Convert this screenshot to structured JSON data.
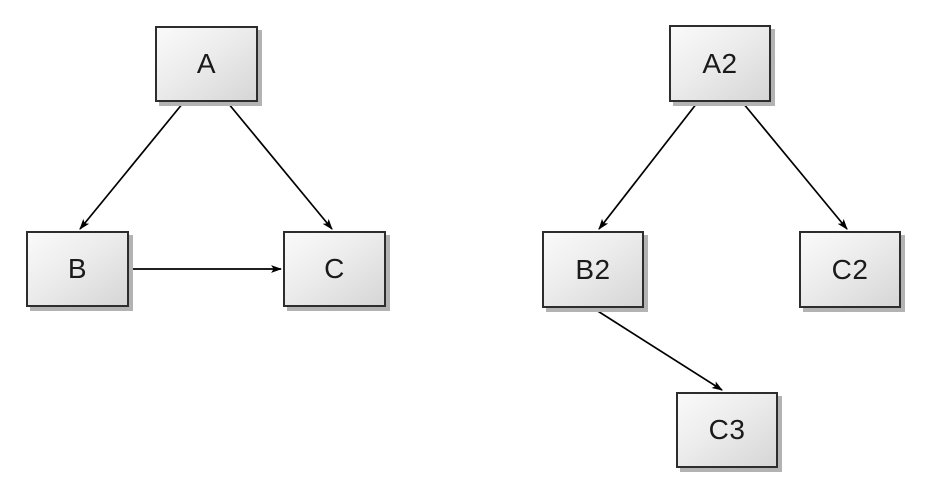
{
  "diagram": {
    "nodes": [
      {
        "id": "A",
        "label": "A"
      },
      {
        "id": "B",
        "label": "B"
      },
      {
        "id": "C",
        "label": "C"
      },
      {
        "id": "A2",
        "label": "A2"
      },
      {
        "id": "B2",
        "label": "B2"
      },
      {
        "id": "C2",
        "label": "C2"
      },
      {
        "id": "C3",
        "label": "C3"
      }
    ],
    "edges": [
      {
        "from": "A",
        "to": "B"
      },
      {
        "from": "A",
        "to": "C"
      },
      {
        "from": "B",
        "to": "C"
      },
      {
        "from": "A2",
        "to": "B2"
      },
      {
        "from": "A2",
        "to": "C2"
      },
      {
        "from": "B2",
        "to": "C3"
      }
    ],
    "colors": {
      "background": "#ffffff",
      "node_fill_light": "#fafafa",
      "node_fill_dark": "#d6d6d6",
      "node_border": "#2d2d2d",
      "node_shadow": "#b3b3b3",
      "edge_stroke": "#000000",
      "label_text": "#1a1a1a"
    }
  }
}
